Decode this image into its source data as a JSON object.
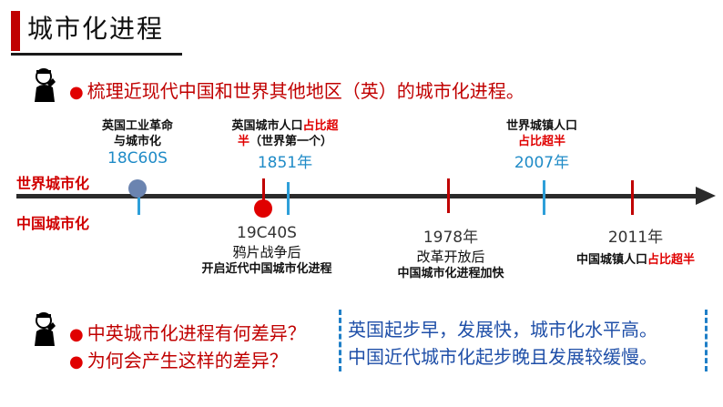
{
  "header": {
    "title": "城市化进程"
  },
  "intro": {
    "bullet": "●",
    "text": "梳理近现代中国和世界其他地区（英）的城市化进程。"
  },
  "rows": {
    "world": "世界城市化",
    "china": "中国城市化"
  },
  "events_top": {
    "e1": {
      "line1": "英国工业革命",
      "line2": "与城市化",
      "year": "18C60S"
    },
    "e2": {
      "line1_black": "英国城市人口",
      "line1_red": "占比超",
      "line2_red": "半",
      "line2_black": "（世界第一个）",
      "year": "1851年"
    },
    "e3": {
      "line1": "世界城镇人口",
      "line2_red": "占比超半",
      "year": "2007年"
    }
  },
  "events_bottom": {
    "e1": {
      "year": "19C40S",
      "line1": "鸦片战争后",
      "line2": "开启近代中国城市化进程"
    },
    "e2": {
      "year": "1978年",
      "line1": "改革开放后",
      "line2": "中国城市化进程加快"
    },
    "e3": {
      "year": "2011年",
      "line_black": "中国城镇人口",
      "line_red": "占比超半"
    }
  },
  "questions": {
    "bullet": "●",
    "q1": "中英城市化进程有何差异？",
    "q2": "为何会产生这样的差异？"
  },
  "answers": {
    "a1": "英国起步早，发展快，城市化水平高。",
    "a2": "中国近代城市化起步晚且发展较缓慢。"
  },
  "colors": {
    "accent_red": "#c00000",
    "tick_blue": "#2e9fd9",
    "answer_blue": "#1f4fa8"
  }
}
